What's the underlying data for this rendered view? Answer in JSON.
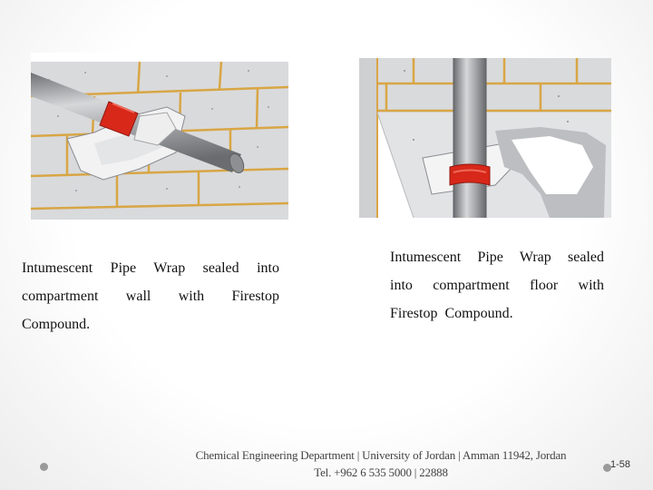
{
  "figures": [
    {
      "name": "pipe-through-wall",
      "wrap_color": "#d7281a",
      "pipe_color": "#a9abae",
      "block_color": "#d9dadc",
      "mortar_color": "#d8a645"
    },
    {
      "name": "pipe-through-floor",
      "wrap_color": "#d7281a",
      "pipe_color": "#a9abae",
      "block_color": "#d9dadc",
      "mortar_color": "#d8a645"
    }
  ],
  "captions": {
    "left": "Intumescent Pipe Wrap sealed into compartment wall with Firestop Compound.",
    "right": "Intumescent Pipe Wrap sealed into compartment floor with Firestop Compound."
  },
  "footer": {
    "line1": "Chemical Engineering Department | University of Jordan | Amman 11942, Jordan",
    "line2": "Tel. +962 6 535 5000 | 22888"
  },
  "page_number": "1-58"
}
